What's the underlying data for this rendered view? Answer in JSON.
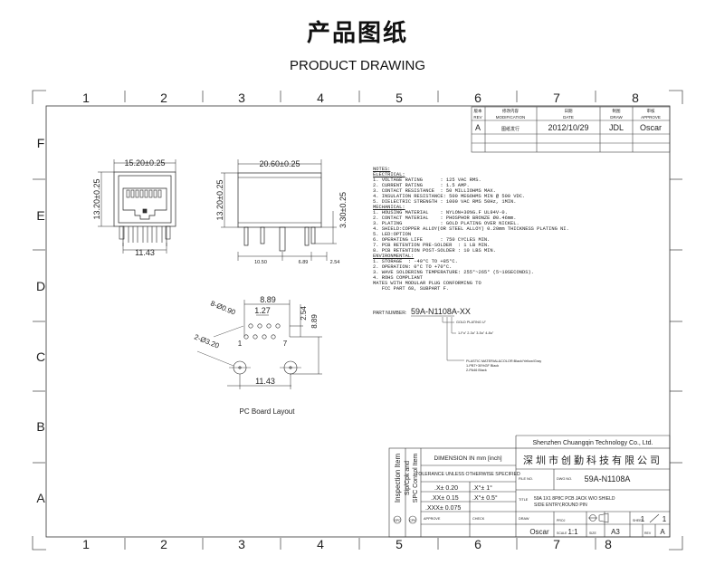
{
  "header": {
    "title_cn": "产品图纸",
    "title_en": "PRODUCT DRAWING"
  },
  "frame": {
    "columns": [
      "1",
      "2",
      "3",
      "4",
      "5",
      "6",
      "7",
      "8"
    ],
    "rows": [
      "F",
      "E",
      "D",
      "C",
      "B",
      "A"
    ]
  },
  "revision_table": {
    "headers": [
      {
        "cn": "版本",
        "en": "REV"
      },
      {
        "cn": "修改内容",
        "en": "MODIFICATION"
      },
      {
        "cn": "日期",
        "en": "DATE"
      },
      {
        "cn": "制图",
        "en": "DRAW"
      },
      {
        "cn": "审核",
        "en": "APPROVE"
      }
    ],
    "rows": [
      {
        "rev": "A",
        "modification": "图纸发行",
        "date": "2012/10/29",
        "draw": "JDL",
        "approve": "Oscar"
      }
    ]
  },
  "front_view": {
    "width_dim": "15.20±0.25",
    "height_dim": "13.20±0.25",
    "pin_span": "11.43"
  },
  "side_view": {
    "length_dim": "20.60±0.25",
    "height_dim": "13.20±0.25",
    "right_height": "3.30±0.25",
    "dim_a": "10.50",
    "dim_b": "6.89",
    "dim_c": "2.54"
  },
  "pcb_layout": {
    "pitch_89": "8.89",
    "pitch_127": "1.27",
    "dim_254": "2.54",
    "dim_889_v": "8.89",
    "hole_small": "8-Ø0.90",
    "hole_big": "2-Ø3.20",
    "pin1": "1",
    "pin7": "7",
    "bottom_span": "11.43",
    "caption": "PC Board Layout"
  },
  "notes": {
    "title": "NOTES:",
    "electrical_title": "ELECTRICAL:",
    "electrical": [
      "1. VOLTAGE RATING      : 125 VAC RMS.",
      "2. CURRENT RATING      : 1.5 AMP.",
      "3. CONTACT RESISTANCE  : 50 MILLIOHMS MAX.",
      "4. INSULATION RESISTANCE: 500 MEGOHMS MIN @ 500 VDC.",
      "5. DIELECTRIC STRENGTH : 1000 VAC RMS 50Hz, 1MIN."
    ],
    "mechanical_title": "MECHANICAL:",
    "mechanical": [
      "1. HOUSING MATERIAL    : NYLON+30%G.F UL94V-0.",
      "2. CONTACT MATERIAL    : PHOSPHOR BRONZE Ø0.46mm.",
      "3. PLATING             : GOLD PLATING OVER NICKEL.",
      "4. SHIELD:COPPER ALLOY(OR STEEL ALLOY) 0.20mm THICKNESS PLATING NI.",
      "5. LED:OPTION",
      "6. OPERATING LIFE      : 750 CYCLES MIN.",
      "7. PCB RETENTION PRE-SOLDER  : 1 LB MIN.",
      "8. PCB RETENTION POST-SOLDER : 10 LBS MIN."
    ],
    "environmental_title": "ENVIRONMENTAL:",
    "environmental": [
      "1. STORAGE  : -40°C TO +85°C.",
      "2. OPERATION: 0°C TO +70°C.",
      "3. WAVE SOLDERING TEMPERATURE: 255°~265° (5~10SECONDS).",
      "4. ROHS COMPLIANT"
    ],
    "mates": [
      "MATES WITH MODULAR PLUG CONFORMING TO",
      "   FCC PART 68, SUBPART F."
    ]
  },
  "part_number": {
    "label": "PART NUMBER:",
    "value": "59A-N1108A-XX",
    "plating_title": "GOLD PLATING  U\"",
    "plating_options": "1-Fu\" 2-3u\" 3-5u\" 4-8u\"",
    "color_title": "PLASTIC MATERIAL&COLOR:Black/Yellow/Gray",
    "color_options": [
      "1-PBT+30%GF Black",
      "2-PA46 Black"
    ]
  },
  "title_block": {
    "company_en": "Shenzhen Chuangqin Technology Co., Ltd.",
    "company_cn": "深圳市创勤科技有限公司",
    "dimension_label": "DIMENSION IN mm [inch]",
    "tolerance_title": "TOLERANCE UNLESS OTHERWISE SPECIFIED",
    "tolerances": [
      ".X± 0.20",
      ".X°± 1°",
      ".XX± 0.15",
      ".X°± 0.5°",
      ".XXX± 0.075"
    ],
    "inspection_label": "Inspection Item",
    "spc_label": "SPC Control Item",
    "sip_label": "Sip/Cpk and",
    "file_no_label": "FILE NO.",
    "dwg_no_label": "DWG NO.",
    "dwg_no": "59A-N1108A",
    "title_label": "TITLE",
    "title_text": [
      "59A 1X1 8P8C PCB JACK W/O SHIELD",
      "SIDE ENTRY,ROUND PIN"
    ],
    "approve_label": "APPROVE",
    "check_label": "CHECK",
    "draw_label": "DRAW",
    "draw_value": "Oscar",
    "scale_label": "SCALE",
    "scale_value": "1:1",
    "size_label": "SIZE",
    "size_value": "A3",
    "rev_label": "REV",
    "rev_value": "A",
    "proj_label": "PROJ",
    "sheet_label": "SHEET",
    "sheet_value": "1",
    "sheet_total": "1",
    "cpk_icon": "CPK",
    "spc_icon": "SPC"
  }
}
